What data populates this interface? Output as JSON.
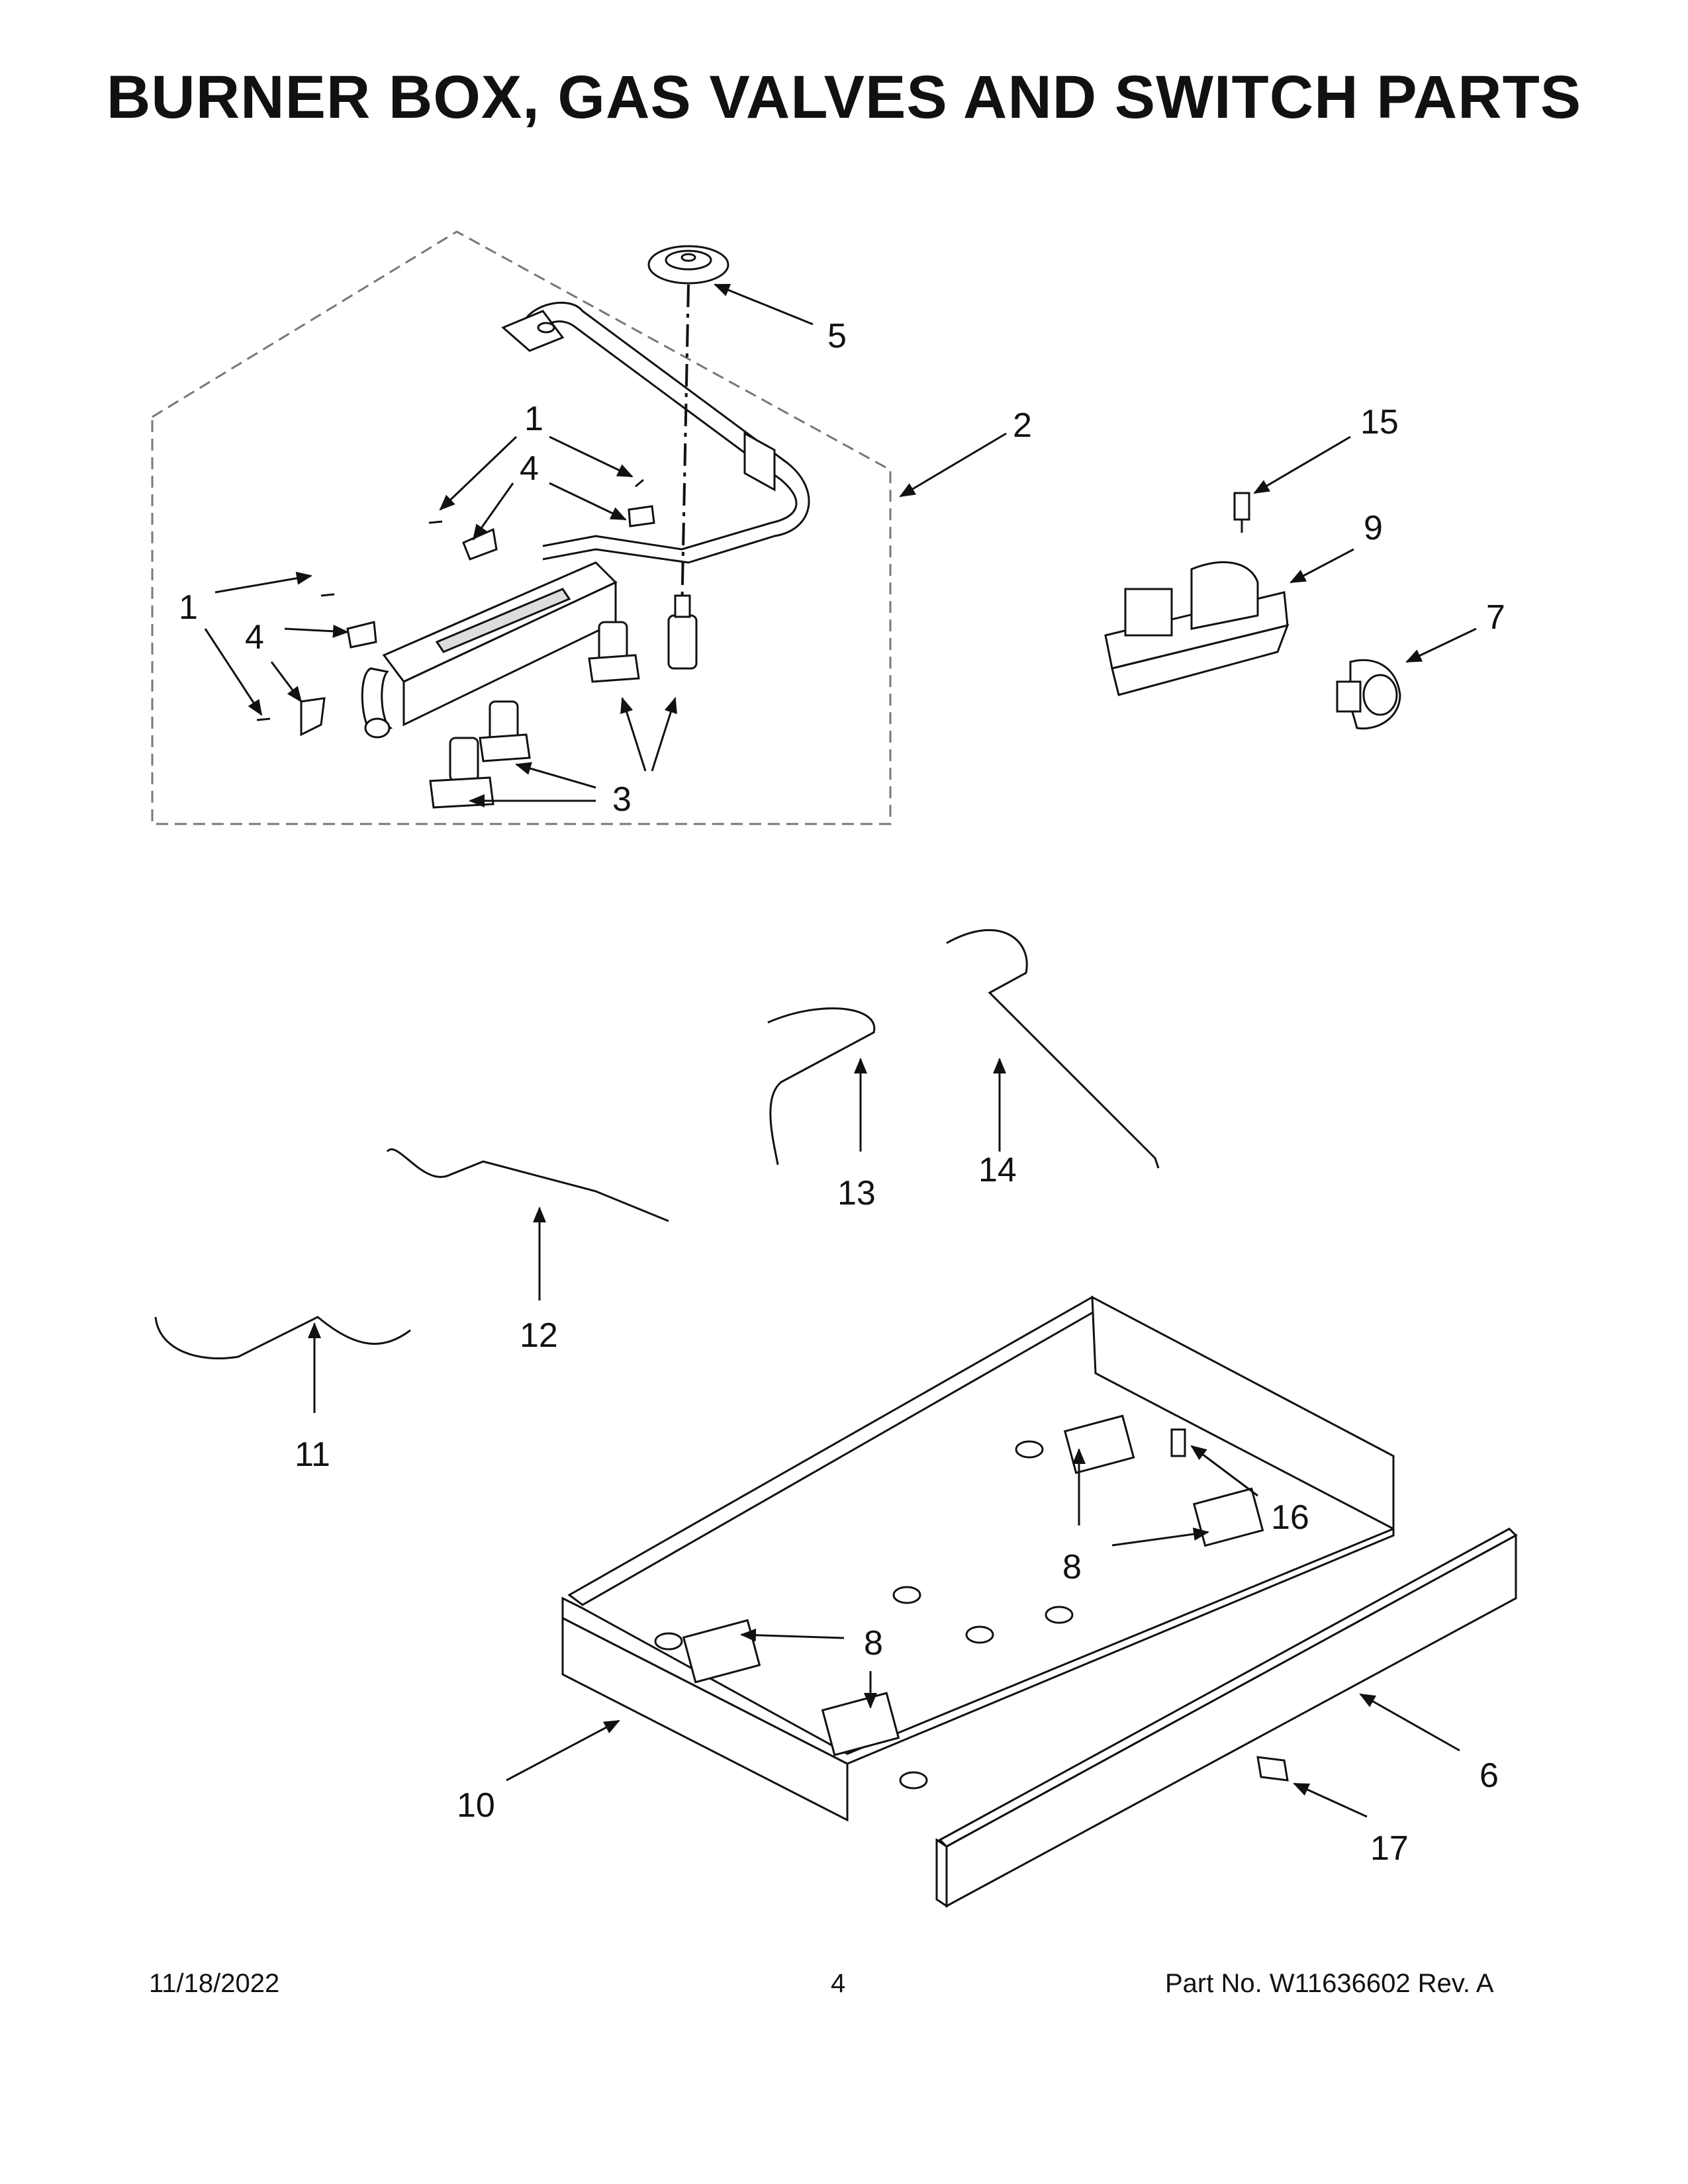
{
  "title": "BURNER BOX, GAS VALVES AND SWITCH PARTS",
  "callouts": [
    "1",
    "1",
    "2",
    "3",
    "4",
    "4",
    "5",
    "6",
    "7",
    "8",
    "8",
    "9",
    "10",
    "11",
    "12",
    "13",
    "14",
    "15",
    "16",
    "17"
  ],
  "footer": {
    "date": "11/18/2022",
    "page": "4",
    "part": "Part No.  W11636602  Rev.  A"
  }
}
